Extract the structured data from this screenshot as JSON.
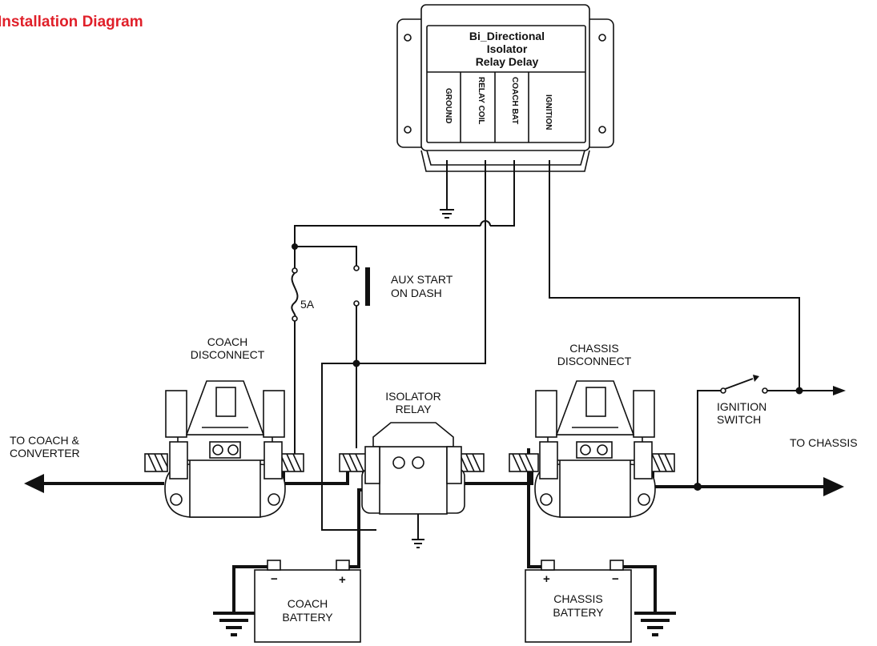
{
  "title": "Installation Diagram",
  "colors": {
    "title": "#e0202a",
    "line": "#111111",
    "background": "#ffffff"
  },
  "delay_box": {
    "title_lines": [
      "Bi_Directional",
      "Isolator",
      "Relay Delay"
    ],
    "terminals": [
      "GROUND",
      "RELAY COIL",
      "COACH BAT",
      "IGNITION"
    ]
  },
  "fuse_label": "5A",
  "aux_start": [
    "AUX START",
    "ON DASH"
  ],
  "coach_disconnect": [
    "COACH",
    "DISCONNECT"
  ],
  "isolator_relay": [
    "ISOLATOR",
    "RELAY"
  ],
  "chassis_disconnect": [
    "CHASSIS",
    "DISCONNECT"
  ],
  "ignition_switch": [
    "IGNITION",
    "SWITCH"
  ],
  "to_coach": [
    "TO COACH &",
    "CONVERTER"
  ],
  "to_chassis": "TO CHASSIS",
  "coach_battery": {
    "label": [
      "COACH",
      "BATTERY"
    ],
    "neg": "−",
    "pos": "+"
  },
  "chassis_battery": {
    "label": [
      "CHASSIS",
      "BATTERY"
    ],
    "pos": "+",
    "neg": "−"
  },
  "icons": [
    "ground-icon",
    "fuse-icon",
    "push-button-icon",
    "switch-icon",
    "arrow-icon"
  ]
}
